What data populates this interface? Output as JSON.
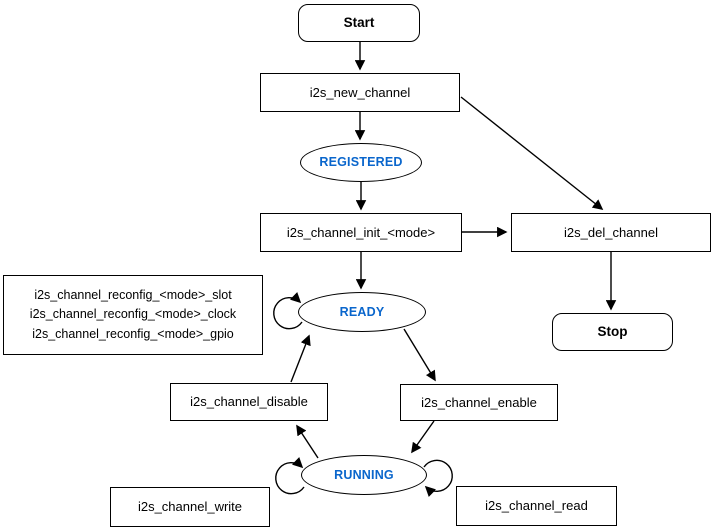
{
  "diagram": {
    "accent_color": "#0A66CC",
    "nodes": {
      "start": {
        "label": "Start",
        "shape": "rounded-rect"
      },
      "new_channel": {
        "label": "i2s_new_channel",
        "shape": "rect"
      },
      "registered": {
        "label": "REGISTERED",
        "shape": "ellipse-state"
      },
      "init": {
        "label": "i2s_channel_init_<mode>",
        "shape": "rect"
      },
      "del_channel": {
        "label": "i2s_del_channel",
        "shape": "rect"
      },
      "stop": {
        "label": "Stop",
        "shape": "rounded-rect"
      },
      "reconfig": {
        "lines": [
          "i2s_channel_reconfig_<mode>_slot",
          "i2s_channel_reconfig_<mode>_clock",
          "i2s_channel_reconfig_<mode>_gpio"
        ],
        "shape": "rect"
      },
      "ready": {
        "label": "READY",
        "shape": "ellipse-state"
      },
      "disable": {
        "label": "i2s_channel_disable",
        "shape": "rect"
      },
      "enable": {
        "label": "i2s_channel_enable",
        "shape": "rect"
      },
      "running": {
        "label": "RUNNING",
        "shape": "ellipse-state"
      },
      "write": {
        "label": "i2s_channel_write",
        "shape": "rect"
      },
      "read": {
        "label": "i2s_channel_read",
        "shape": "rect"
      }
    },
    "edges": [
      {
        "from": "start",
        "to": "new_channel"
      },
      {
        "from": "new_channel",
        "to": "registered"
      },
      {
        "from": "new_channel",
        "to": "del_channel"
      },
      {
        "from": "registered",
        "to": "init"
      },
      {
        "from": "init",
        "to": "ready"
      },
      {
        "from": "init",
        "to": "del_channel"
      },
      {
        "from": "del_channel",
        "to": "stop"
      },
      {
        "from": "ready",
        "to": "ready",
        "type": "self-loop"
      },
      {
        "from": "ready",
        "to": "enable"
      },
      {
        "from": "disable",
        "to": "ready"
      },
      {
        "from": "enable",
        "to": "running"
      },
      {
        "from": "running",
        "to": "disable"
      },
      {
        "from": "running",
        "to": "running",
        "type": "self-loop-left"
      },
      {
        "from": "running",
        "to": "running",
        "type": "self-loop-right"
      }
    ]
  }
}
